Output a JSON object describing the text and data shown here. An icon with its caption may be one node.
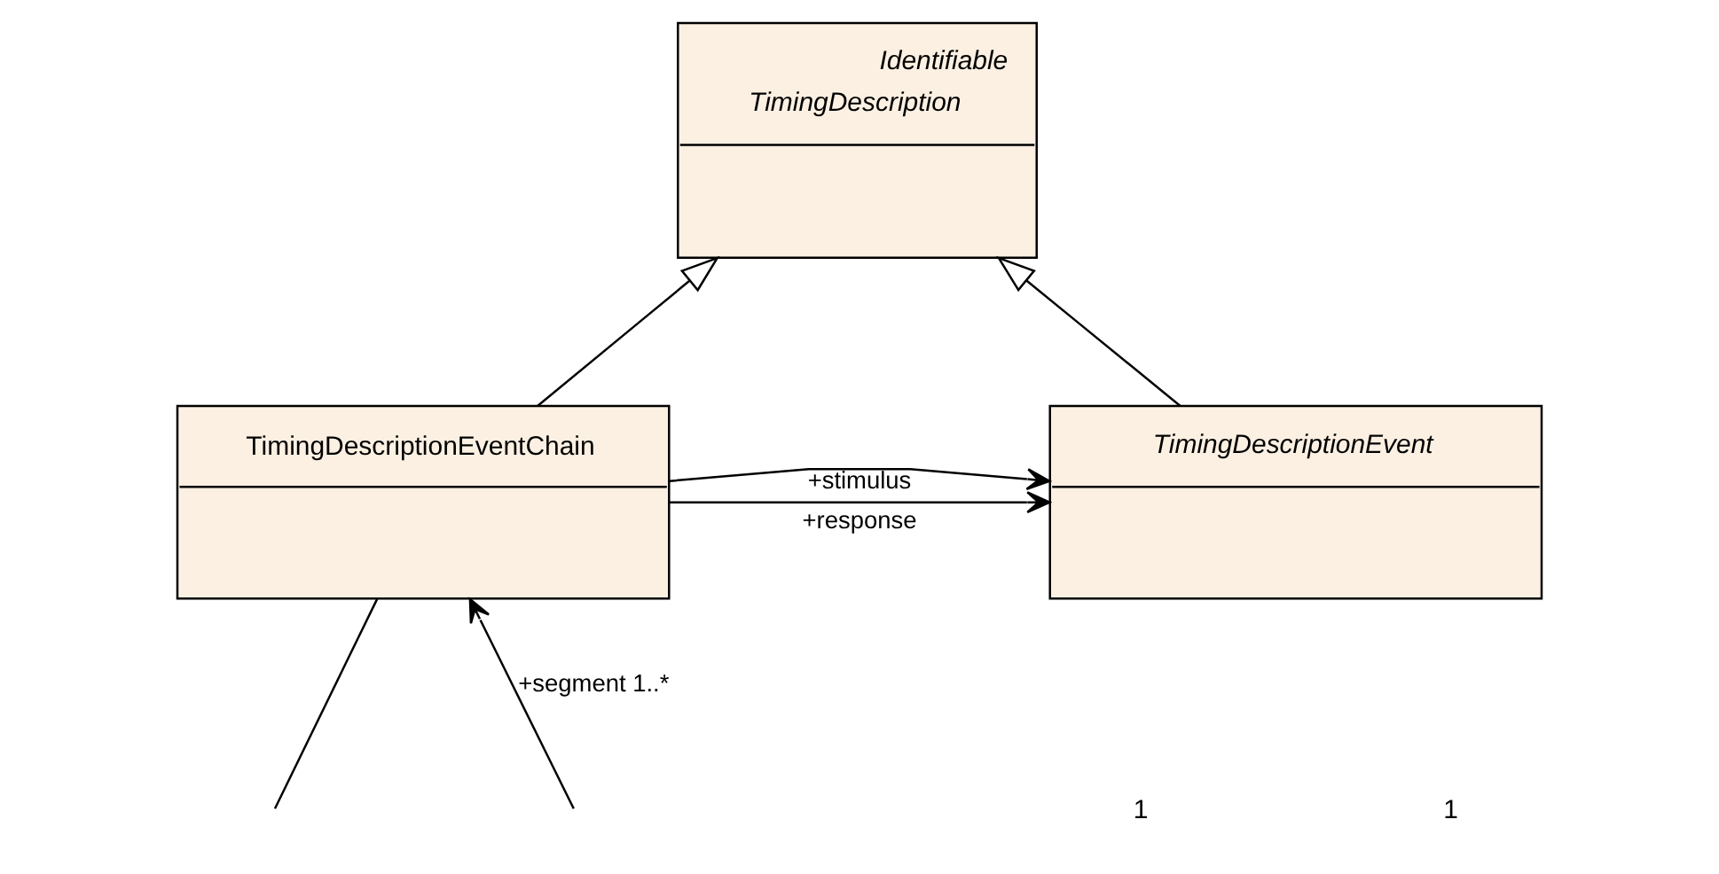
{
  "diagram": {
    "nodes": [
      {
        "text": [
          "Identifiable",
          "TimingDescription"
        ]
      },
      {
        "text": [
          "TimingDescriptionEventChain"
        ]
      },
      {
        "text": [
          "TimingDescriptionEvent"
        ]
      }
    ],
    "edges": [
      {
        "from": 1,
        "to": 0,
        "arrow": "to"
      },
      {
        "from": 2,
        "to": 0,
        "arrow": "to"
      },
      {
        "from": 1,
        "to": 2,
        "arrow": "to",
        "label": "+stimulus"
      },
      {
        "from": 1,
        "to": 2,
        "arrow": "to",
        "label": "+response"
      },
      {
        "from": 1,
        "to": null,
        "arrow": "none"
      },
      {
        "from": null,
        "to": 1,
        "arrow": "to",
        "label": "+segment 1..*"
      }
    ],
    "labels": [
      "1",
      "1"
    ]
  }
}
